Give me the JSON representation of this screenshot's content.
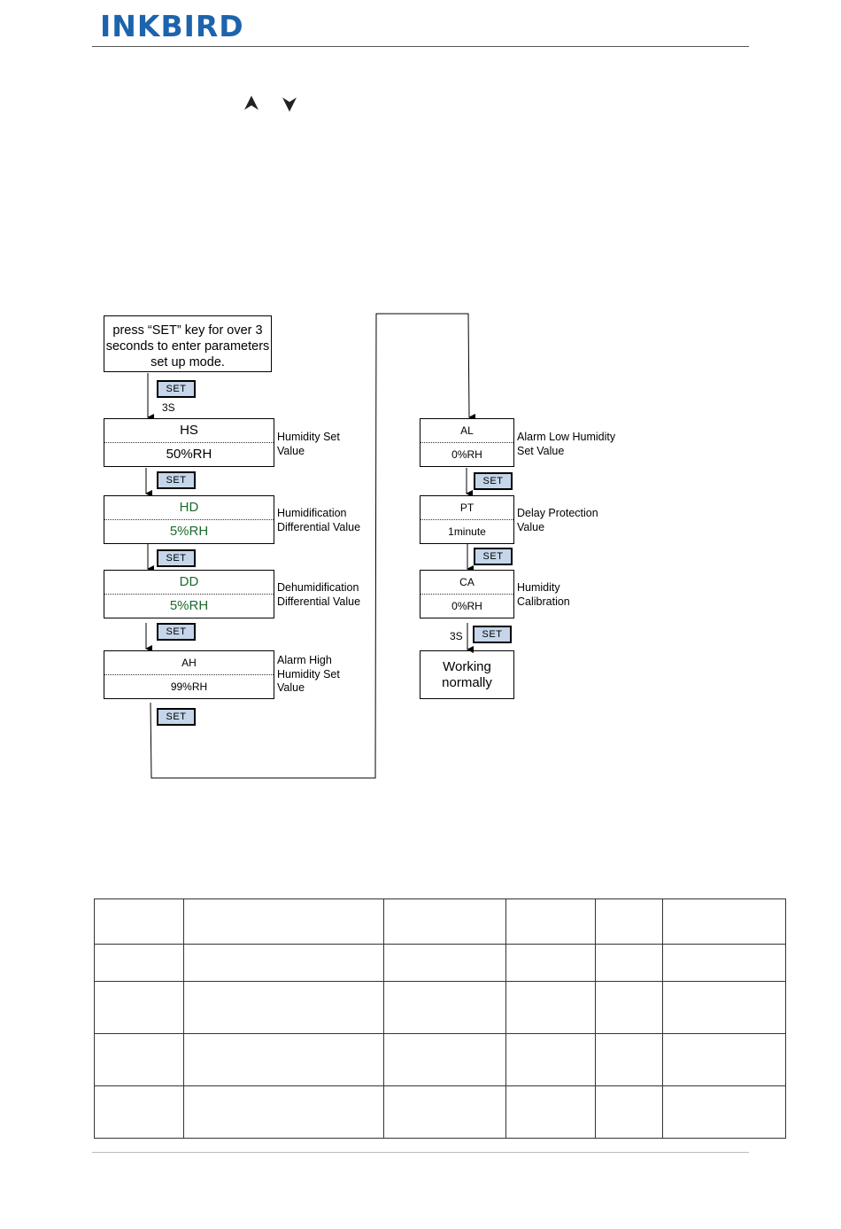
{
  "brand": "INKBIRD",
  "icons": {
    "up": "up-arrow-icon",
    "down": "down-arrow-icon"
  },
  "flowchart": {
    "intro": "press “SET” key for over 3 seconds to enter parameters set up mode.",
    "set_label": "SET",
    "hold_label": "3S",
    "params_left": [
      {
        "code": "HS",
        "value": "50%RH",
        "desc": "Humidity Set Value"
      },
      {
        "code": "HD",
        "value": "5%RH",
        "desc": "Humidification Differential Value"
      },
      {
        "code": "DD",
        "value": "5%RH",
        "desc": "Dehumidification Differential Value"
      },
      {
        "code": "AH",
        "value": "99%RH",
        "desc": "Alarm High Humidity Set Value"
      }
    ],
    "params_right": [
      {
        "code": "AL",
        "value": "0%RH",
        "desc": "Alarm Low Humidity Set Value"
      },
      {
        "code": "PT",
        "value": "1minute",
        "desc": "Delay Protection Value"
      },
      {
        "code": "CA",
        "value": "0%RH",
        "desc": "Humidity Calibration"
      }
    ],
    "final": "Working normally"
  },
  "table": {
    "rows": 5,
    "cols": 6
  },
  "colors": {
    "brand": "#1e63ad",
    "set_button": "#c5d6ea",
    "value_text": "#1b6b2c"
  }
}
